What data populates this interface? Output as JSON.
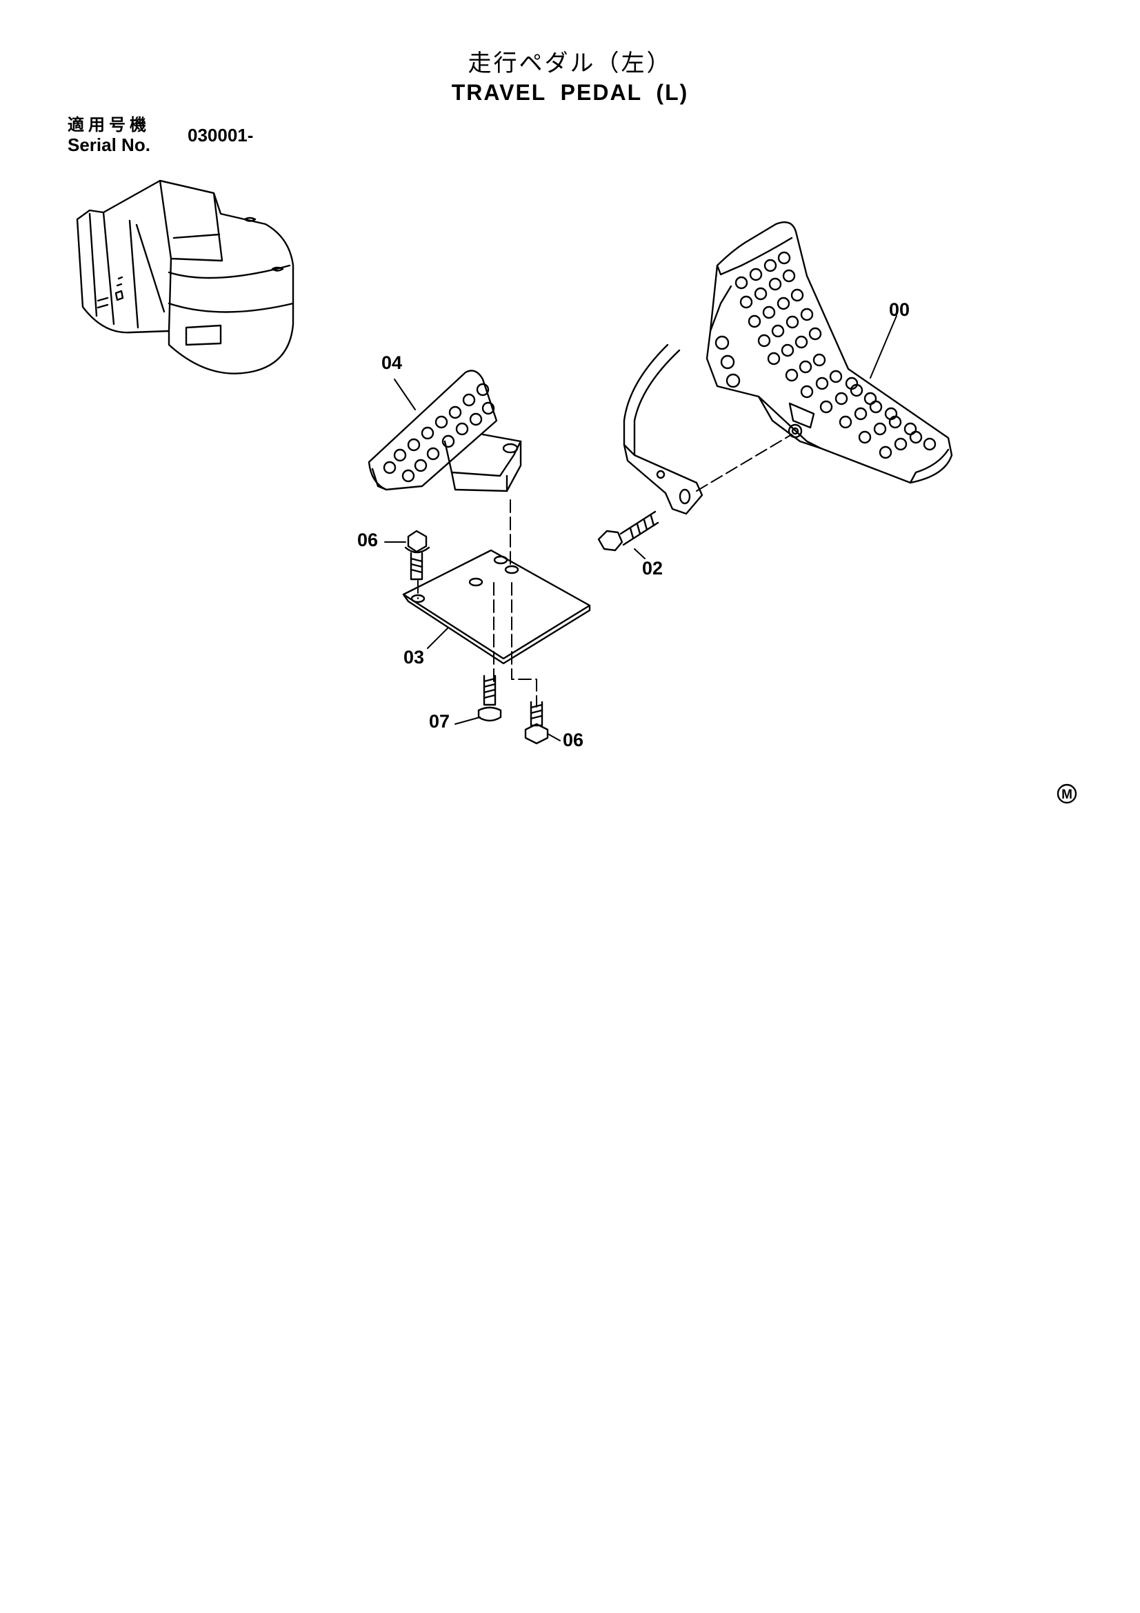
{
  "title": {
    "japanese": "走行ペダル（左）",
    "english": "TRAVEL PEDAL (L)"
  },
  "serial": {
    "label_japanese": "適用号機",
    "label_english": "Serial No.",
    "value": "030001-"
  },
  "callouts": {
    "part_00": "00",
    "part_02": "02",
    "part_03": "03",
    "part_04": "04",
    "part_06_upper": "06",
    "part_06_lower": "06",
    "part_07": "07"
  },
  "mark": "M"
}
